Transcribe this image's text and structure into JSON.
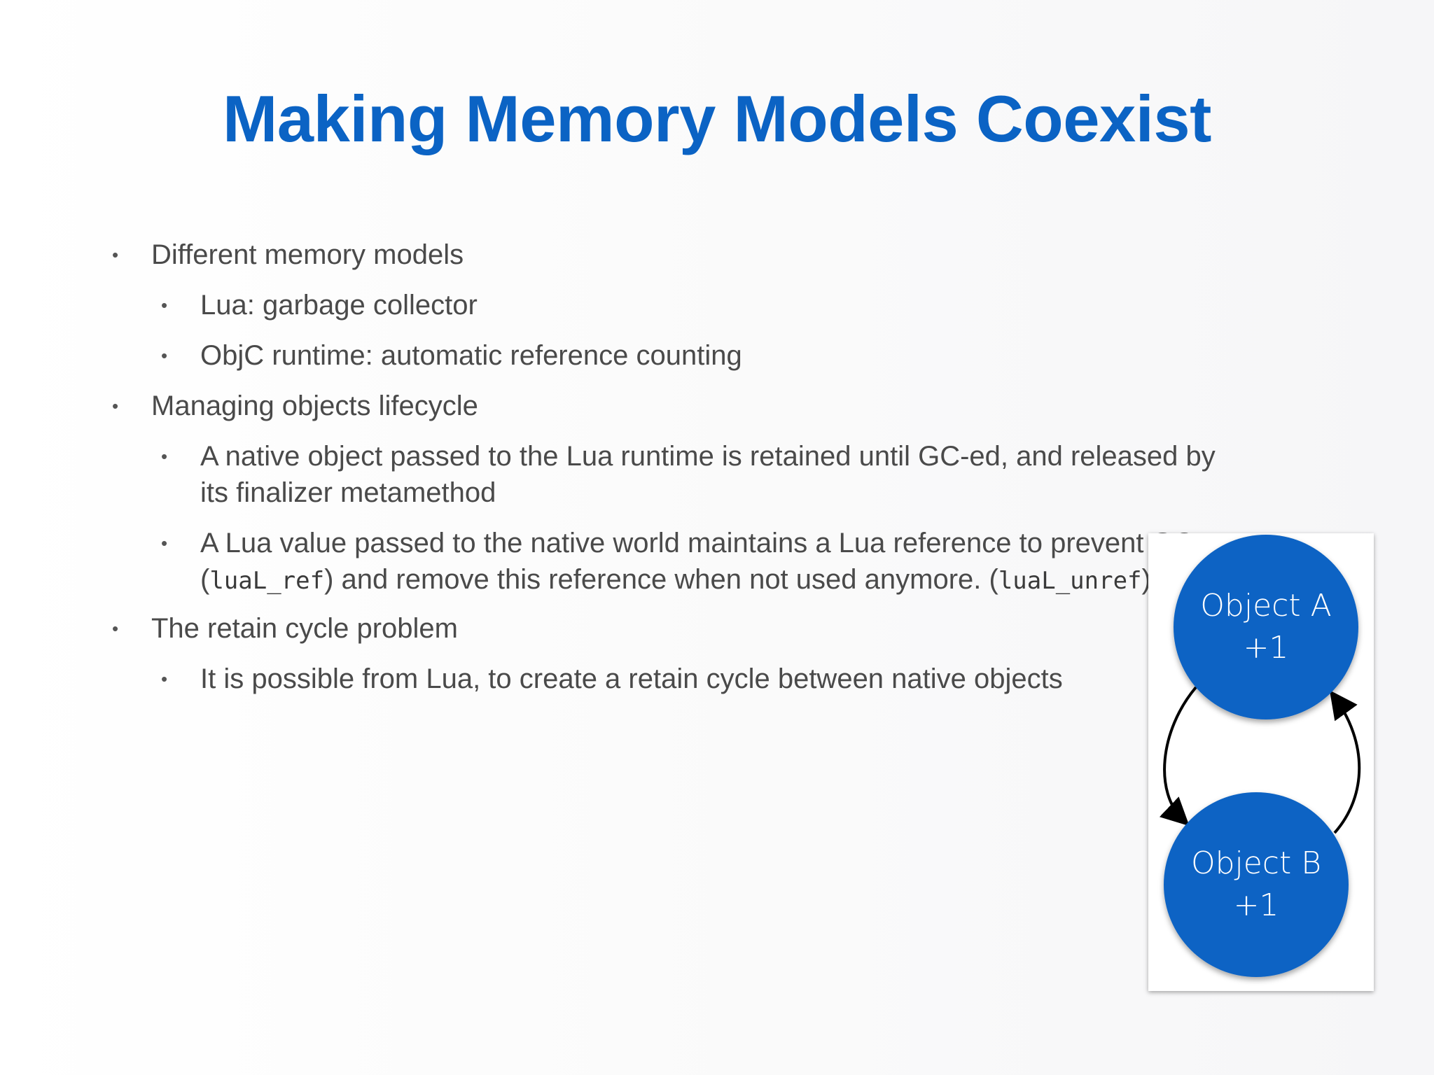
{
  "title": "Making Memory Models Coexist",
  "bullets": {
    "b1": "Different memory models",
    "b1_1": "Lua: garbage collector",
    "b1_2": "ObjC runtime: automatic reference counting",
    "b2": "Managing objects lifecycle",
    "b2_1_line1": "A native object passed to the Lua runtime is retained until GC-ed, and released by",
    "b2_1_line2": "its finalizer metamethod",
    "b2_2_line1": "A Lua value passed to the native world maintains a Lua reference to prevent GC",
    "b2_2_open": "(",
    "b2_2_code1": "luaL_ref",
    "b2_2_mid": ") and remove this reference when not used anymore. (",
    "b2_2_code2": "luaL_unref",
    "b2_2_close": ")",
    "b3": "The retain cycle problem",
    "b3_1": "It is possible from Lua, to create a retain cycle between native objects"
  },
  "diagram": {
    "node_a": {
      "name": "Object A",
      "count": "+1"
    },
    "node_b": {
      "name": "Object B",
      "count": "+1"
    },
    "node_color": "#0b63c4"
  },
  "colors": {
    "title": "#0b63c4",
    "body_text": "#4a4a4a"
  }
}
